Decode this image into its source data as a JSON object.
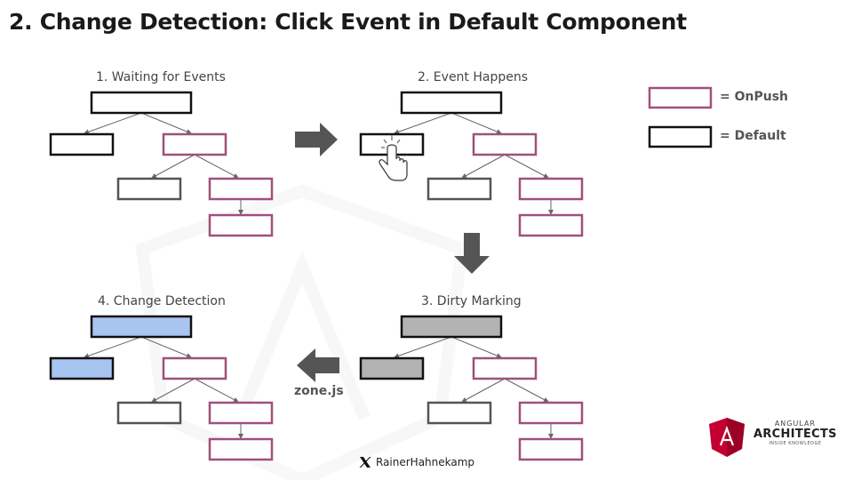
{
  "title": "2. Change Detection: Click Event in Default Component",
  "panels": [
    {
      "label": "1. Waiting for Events"
    },
    {
      "label": "2. Event Happens"
    },
    {
      "label": "3. Dirty Marking"
    },
    {
      "label": "4. Change Detection"
    }
  ],
  "legend": {
    "onpush": "= OnPush",
    "default": "= Default"
  },
  "zone_label": "zone.js",
  "footer_handle": "RainerHahnekamp",
  "logo": {
    "line1": "ANGULAR",
    "line2": "ARCHITECTS",
    "line3": "INSIDE KNOWLEDGE"
  },
  "colors": {
    "onpush_border": "#a0507a",
    "default_border": "#111111",
    "checked_fill": "#a8c4f0",
    "dirty_fill": "#b3b3b3",
    "arrow": "#555555",
    "brand_red": "#c3002f"
  }
}
